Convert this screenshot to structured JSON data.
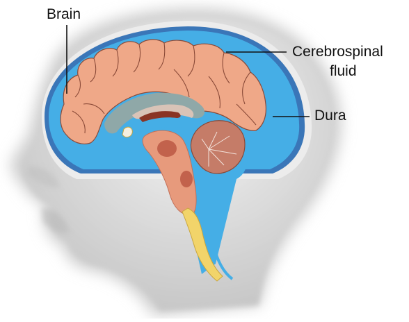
{
  "labels": {
    "brain": "Brain",
    "csf_line1": "Cerebrospinal",
    "csf_line2": "fluid",
    "dura": "Dura"
  },
  "colors": {
    "head": "#d9d9d9",
    "skull": "#e9e9e9",
    "dura": "#3a76b8",
    "csf": "#45aee6",
    "brain": "#efa888",
    "brain_outline": "#8a4a38",
    "ventricle": "#8fa8a8",
    "cerebellum": "#c57c68",
    "brainstem": "#e79a7c",
    "spinal_cord": "#f2d46a",
    "leader_line": "#111111"
  }
}
